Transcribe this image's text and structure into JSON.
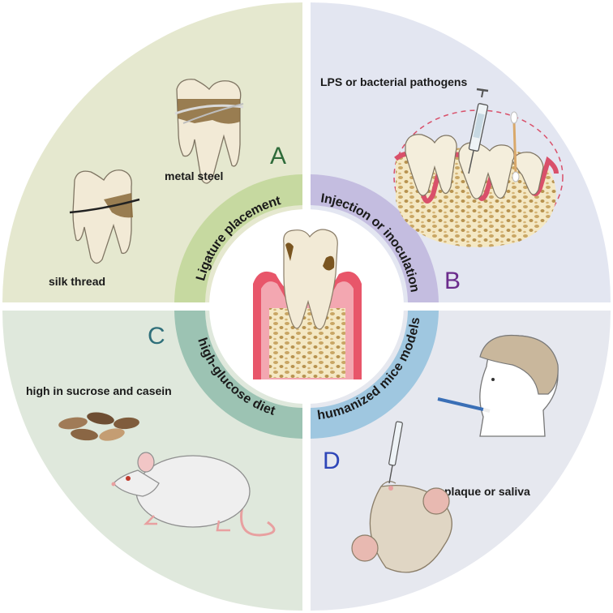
{
  "quadrants": {
    "A": {
      "letter": "A",
      "letter_color": "#2f6b3a",
      "bg_color": "#e5e8cf",
      "ring_label": "Ligature placement",
      "ring_color": "#c6d9a0",
      "labels": {
        "metal": "metal steel",
        "silk": "silk thread"
      }
    },
    "B": {
      "letter": "B",
      "letter_color": "#6b2c8c",
      "bg_color": "#e3e6f1",
      "ring_label": "Injection or inoculation",
      "ring_color": "#c4bde0",
      "labels": {
        "pathogens": "LPS or bacterial pathogens"
      }
    },
    "C": {
      "letter": "C",
      "letter_color": "#2f6f7a",
      "bg_color": "#dfe8dc",
      "ring_label": "high-glucose diet",
      "ring_color": "#9cc3b3",
      "labels": {
        "diet": "high in sucrose and casein"
      }
    },
    "D": {
      "letter": "D",
      "letter_color": "#2e46b8",
      "bg_color": "#e6e8ef",
      "ring_label": "humanized mice models",
      "ring_color": "#9fc7e0",
      "labels": {
        "plaque": "plaque or saliva"
      }
    }
  },
  "icons": [
    "tooth-metal-icon",
    "tooth-silk-icon",
    "syringe-icon",
    "swab-icon",
    "gum-tissue-icon",
    "food-pellets-icon",
    "mouse-icon",
    "human-head-icon",
    "humanized-mouse-icon",
    "center-tooth-icon"
  ]
}
